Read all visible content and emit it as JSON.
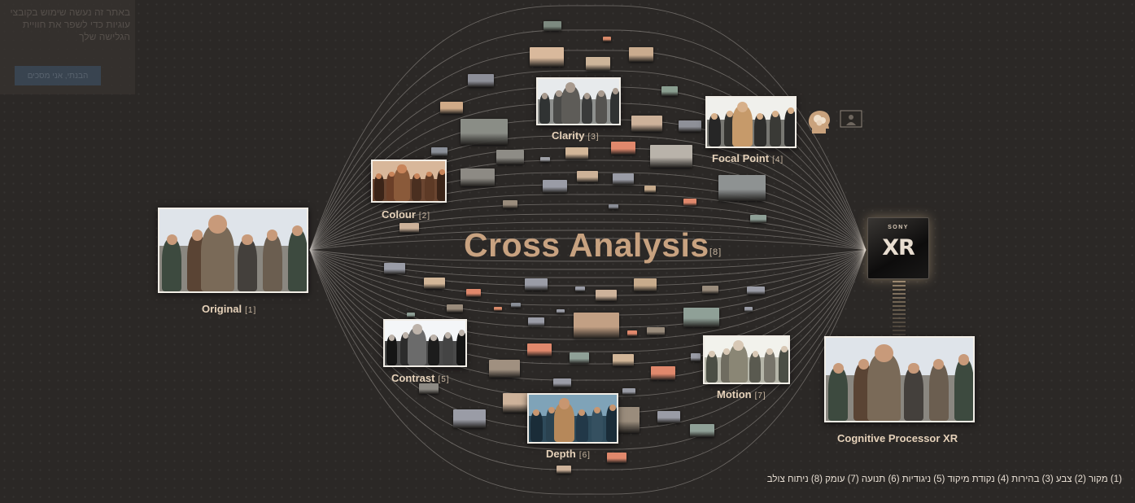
{
  "title": {
    "text": "Cross Analysis",
    "index": "[8]"
  },
  "nodes": [
    {
      "id": "original",
      "label": "Original",
      "index": "[1]",
      "variant": "natural"
    },
    {
      "id": "colour",
      "label": "Colour",
      "index": "[2]",
      "variant": "warm"
    },
    {
      "id": "clarity",
      "label": "Clarity",
      "index": "[3]",
      "variant": "cool"
    },
    {
      "id": "focal",
      "label": "Focal Point",
      "index": "[4]",
      "variant": "focus"
    },
    {
      "id": "contrast",
      "label": "Contrast",
      "index": "[5]",
      "variant": "contrast"
    },
    {
      "id": "motion",
      "label": "Motion",
      "index": "[7]",
      "variant": "light"
    },
    {
      "id": "depth",
      "label": "Depth",
      "index": "[6]",
      "variant": "blue"
    },
    {
      "id": "output",
      "label": "Cognitive Processor XR",
      "index": "",
      "variant": "natural"
    }
  ],
  "processor": {
    "brand": "SONY",
    "mark": "XR"
  },
  "footer": {
    "legend": "(1) מקור (2) צבע (3) בהירות (4) נקודת מיקוד (5) ניגודיות (6) תנועה (7) עומק (8) ניתוח צולב"
  },
  "cookie_banner": {
    "text": "באתר זה נעשה שימוש בקובצי עוגיות כדי לשפר את חוויית הגלישה שלך",
    "button": "הבנתי, אני מסכים"
  },
  "colors": {
    "background": "#2b2826",
    "label": "#e6d2ba",
    "title": "#c8a280",
    "photo_border": "#f1ede6"
  },
  "icons": [
    "brain-icon",
    "screen-icon"
  ]
}
